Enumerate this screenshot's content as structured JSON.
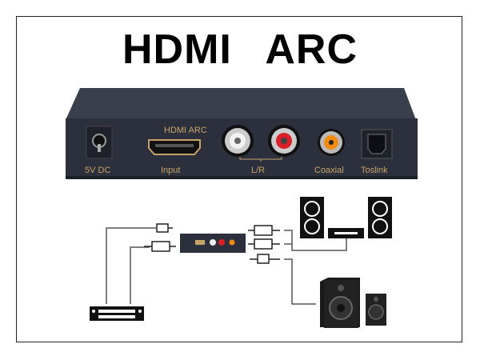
{
  "title": "HDMI ARC",
  "device": {
    "labels": {
      "hdmi_arc": "HDMI ARC",
      "power": "5V DC",
      "input": "Input",
      "lr": "L/R",
      "coaxial": "Coaxial",
      "toslink": "Toslink"
    },
    "colors": {
      "body": "#2e3340",
      "label": "#c9a26a",
      "rca_white": "#f2f2f2",
      "rca_red": "#d8202a",
      "coax": "#f08a10"
    }
  }
}
